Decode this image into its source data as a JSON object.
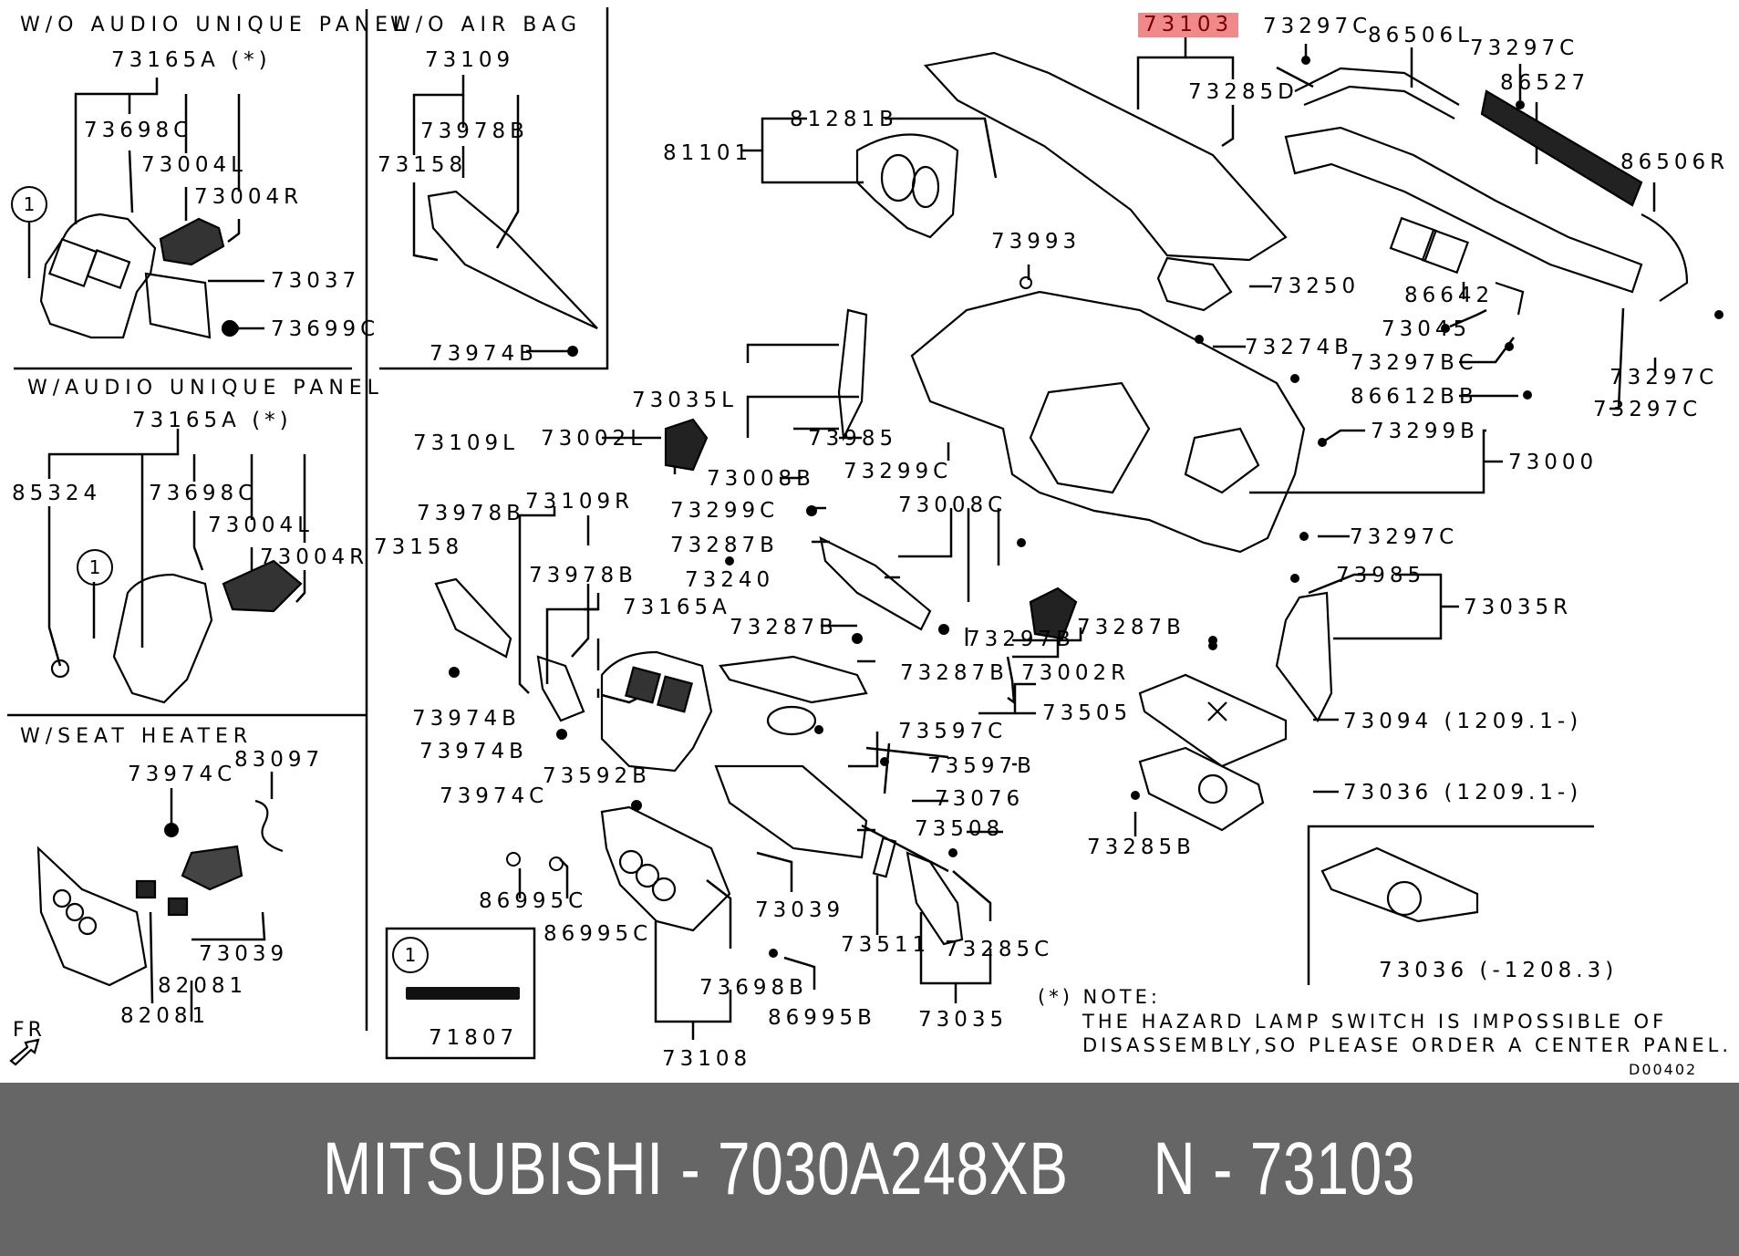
{
  "panels": {
    "wo_audio": {
      "title": "W/O AUDIO UNIQUE PANEL",
      "assembly": "73165A (*)",
      "parts": [
        "73698C",
        "73004L",
        "73004R",
        "73037",
        "73699C"
      ],
      "callout": "1"
    },
    "w_audio": {
      "title": "W/AUDIO UNIQUE PANEL",
      "assembly": "73165A (*)",
      "parts": [
        "85324",
        "73698C",
        "73004L",
        "73004R"
      ],
      "callout": "1"
    },
    "wo_airbag": {
      "title": "W/O AIR BAG",
      "assembly": "73109",
      "parts": [
        "73978B",
        "73158",
        "73974B"
      ]
    },
    "seat_heater": {
      "title": "W/SEAT HEATER",
      "parts": [
        "73974C",
        "83097",
        "73039",
        "82081",
        "82081"
      ]
    },
    "emblem": {
      "callout": "1",
      "part": "71807"
    },
    "alt_bracket": {
      "part": "73036 (-1208.3)"
    }
  },
  "highlight": {
    "part": "73103",
    "color": "#f08a8a"
  },
  "labels": {
    "l73297c_a": "73297C",
    "l86506l": "86506L",
    "l73297c_b": "73297C",
    "l73285d": "73285D",
    "l86527": "86527",
    "l86506r": "86506R",
    "l81281b": "81281B",
    "l81101": "81101",
    "l73993": "73993",
    "l73250": "73250",
    "l86642": "86642",
    "l73045": "73045",
    "l73274b": "73274B",
    "l73297bc": "73297BC",
    "l73297c_c": "73297C",
    "l86612bb": "86612BB",
    "l73297c_d": "73297C",
    "l73299b": "73299B",
    "l73000": "73000",
    "l73035l": "73035L",
    "l73985_a": "73985",
    "l73002l": "73002L",
    "l73109l": "73109L",
    "l73978b_a": "73978B",
    "l73158_b": "73158",
    "l73109r": "73109R",
    "l73008b": "73008B",
    "l73299c_a": "73299C",
    "l73299c_b": "73299C",
    "l73008c": "73008C",
    "l73287b_a": "73287B",
    "l73978b_b": "73978B",
    "l73240": "73240",
    "l73165a": "73165A",
    "l73297c_e": "73297C",
    "l73985_b": "73985",
    "l73035r": "73035R",
    "l73287b_b": "73287B",
    "l73297b": "73297B",
    "l73287b_c": "73287B",
    "l73287b_d": "73287B",
    "l73002r": "73002R",
    "l73974b_a": "73974B",
    "l73505": "73505",
    "l73974b_b": "73974B",
    "l73597c": "73597C",
    "l73094": "73094 (1209.1-)",
    "l73592b": "73592B",
    "l73597b": "73597B",
    "l73974c": "73974C",
    "l73076": "73076",
    "l73036": "73036 (1209.1-)",
    "l73508": "73508",
    "l73285b": "73285B",
    "l86995c_a": "86995C",
    "l73039": "73039",
    "l86995c_b": "86995C",
    "l73511": "73511",
    "l73285c": "73285C",
    "l73698b": "73698B",
    "l86995b": "86995B",
    "l73035": "73035",
    "l73108": "73108"
  },
  "note": {
    "marker": "(*) NOTE:",
    "line1": "THE HAZARD LAMP SWITCH IS IMPOSSIBLE OF",
    "line2": "DISASSEMBLY,SO PLEASE ORDER A CENTER PANEL."
  },
  "diagram_code": "D00402",
  "direction": "FR",
  "banner": {
    "brand": "MITSUBISHI",
    "part_number": "7030A248XB",
    "ref": "N - 73103",
    "text": "MITSUBISHI - 7030A248XB     N - 73103"
  }
}
